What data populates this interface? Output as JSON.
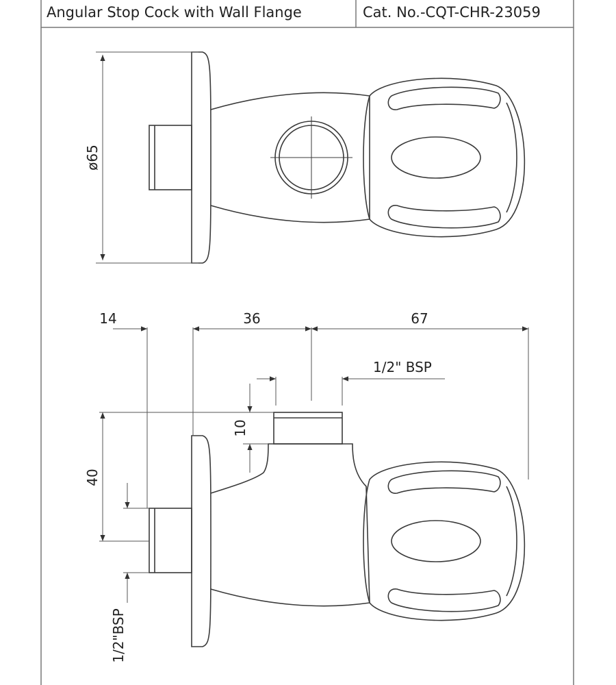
{
  "header": {
    "title": "Angular Stop Cock with Wall Flange",
    "catalog_number": "Cat. No.-CQT-CHR-23059"
  },
  "top_view": {
    "diameter_label": "ø65"
  },
  "side_view": {
    "dim_flange": "14",
    "dim_body": "36",
    "dim_handle": "67",
    "outlet_thread": "1/2\" BSP",
    "dim_outlet_height": "10",
    "dim_inlet_height": "40",
    "inlet_thread": "1/2\"BSP"
  },
  "colors": {
    "line": "#3a3a3a",
    "dim_line": "#555555",
    "border": "#777777",
    "background": "#ffffff"
  }
}
